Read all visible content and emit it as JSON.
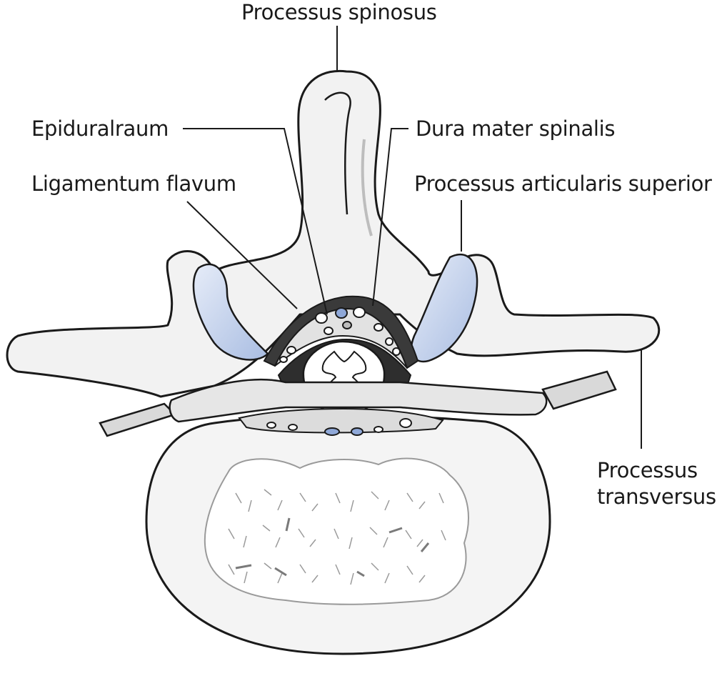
{
  "labels": {
    "processus_spinosus": "Processus spinosus",
    "epiduralraum": "Epiduralraum",
    "dura_mater_spinalis": "Dura mater spinalis",
    "ligamentum_flavum": "Ligamentum flavum",
    "processus_articularis_superior": "Processus articularis superior",
    "processus_transversus_line1": "Processus",
    "processus_transversus_line2": "transversus"
  },
  "colors": {
    "outline": "#1a1a1a",
    "bone": "#f2f2f2",
    "bone_shadow": "#d6d6d6",
    "cartilage": "#c9d6ee",
    "epidural_fat": "#cfcfcf",
    "dura_dark": "#3a3a3a",
    "cancellous": "#ffffff",
    "vessel_blue": "#8fa8d8"
  }
}
